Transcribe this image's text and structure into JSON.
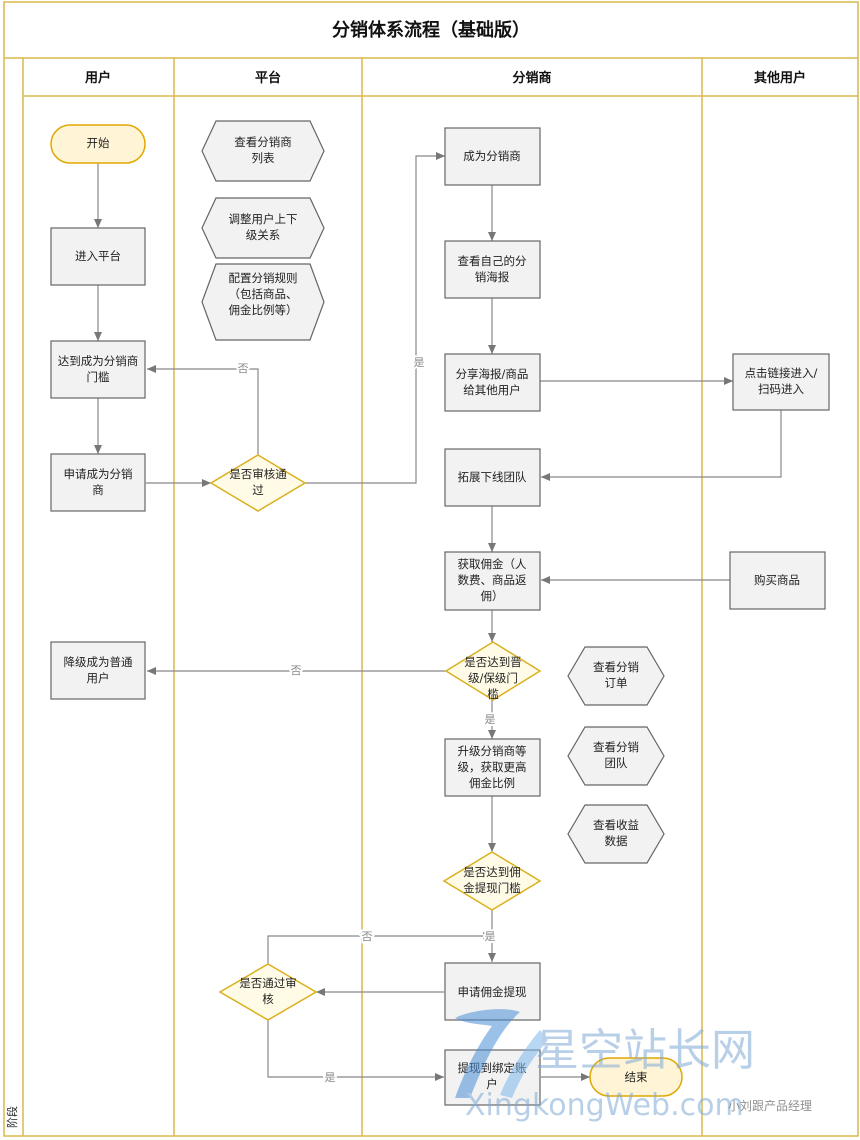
{
  "title": "分销体系流程（基础版）",
  "stage_label": "阶段",
  "lanes": [
    "用户",
    "平台",
    "分销商",
    "其他用户"
  ],
  "nodes": {
    "start": "开始",
    "enter_platform": "进入平台",
    "reach_threshold": "达到成为分销商门槛",
    "apply": "申请成为分销商",
    "downgrade": "降级成为普通用户",
    "view_list": "查看分销商列表",
    "adjust_relation": "调整用户上下级关系",
    "config_rules": "配置分销规则（包括商品、佣金比例等）",
    "review": "是否审核通过",
    "withdraw_review": "是否通过审核",
    "become": "成为分销商",
    "view_poster": "查看自己的分销海报",
    "share": "分享海报/商品给其他用户",
    "expand_team": "拓展下线团队",
    "get_commission": "获取佣金（人数费、商品返佣）",
    "promotion_check": "是否达到晋级/保级门槛",
    "upgrade": "升级分销商等级，获取更高佣金比例",
    "withdraw_check": "是否达到佣金提现门槛",
    "apply_withdraw": "申请佣金提现",
    "withdraw_account": "提现到绑定账户",
    "end": "结束",
    "view_orders": "查看分销订单",
    "view_team": "查看分销团队",
    "view_income": "查看收益数据",
    "click_link": "点击链接进入/扫码进入",
    "buy": "购买商品"
  },
  "edge_labels": {
    "yes": "是",
    "no": "否"
  },
  "watermark": {
    "cn": "星空站长网",
    "en": "XingkongWeb.com",
    "small": "小刘跟产品经理"
  },
  "colors": {
    "frame": "#d9b94c",
    "node_fill": "#f2f2f2",
    "node_stroke": "#666666",
    "terminal_fill": "#fff5d6",
    "terminal_stroke": "#e0a800",
    "diamond_fill": "#fffbe6",
    "diamond_stroke": "#d9b01e",
    "hex_stroke": "#666666",
    "edge": "#888888"
  }
}
